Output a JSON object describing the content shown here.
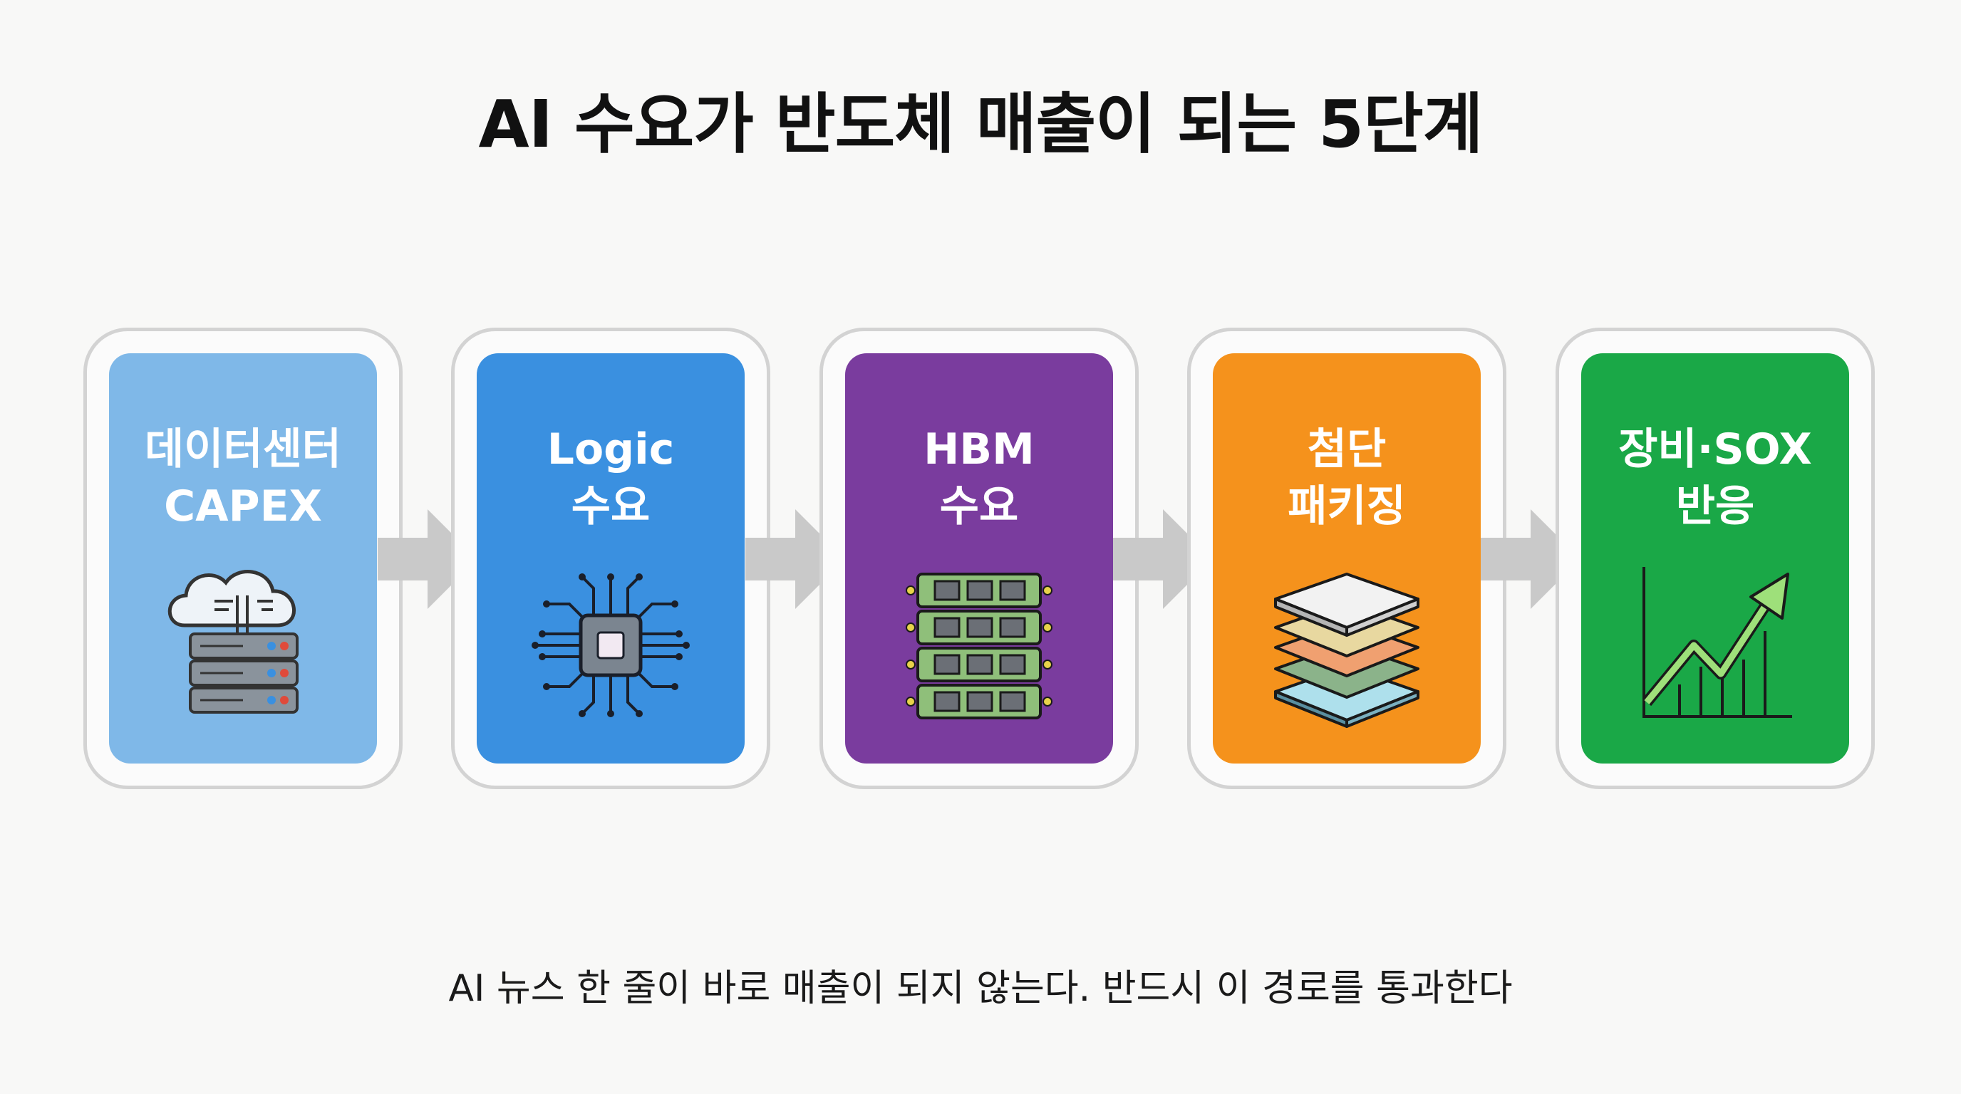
{
  "title": "AI 수요가 반도체 매출이 되는 5단계",
  "stages": [
    {
      "line1": "데이터센터",
      "line2": "CAPEX",
      "icon": "cloud-server-icon",
      "color": "#7fb8e8"
    },
    {
      "line1": "Logic",
      "line2": "수요",
      "icon": "chip-icon",
      "color": "#3a90e0"
    },
    {
      "line1": "HBM",
      "line2": "수요",
      "icon": "memory-stack-icon",
      "color": "#7a3c9e"
    },
    {
      "line1": "첨단",
      "line2": "패키징",
      "icon": "package-layers-icon",
      "color": "#f5921c"
    },
    {
      "line1": "장비·SOX",
      "line2": "반응",
      "icon": "growth-chart-icon",
      "color": "#1aa847"
    }
  ],
  "footer": "AI 뉴스 한 줄이 바로 매출이 되지 않는다. 반드시 이 경로를 통과한다"
}
